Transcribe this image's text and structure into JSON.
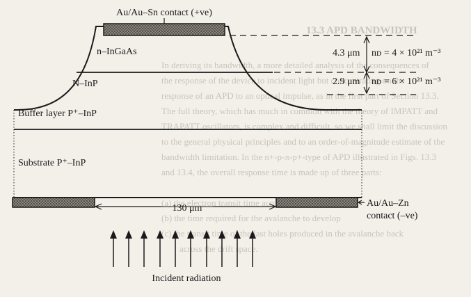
{
  "background_page": {
    "heading": "13.3 APD BANDWIDTH",
    "lines": [
      "In deriving its bandwidth, a more detailed analysis of the consequences of",
      "the response of the device to incident light but concentrating on the",
      "response of an APD to an optical impulse, as in the first part of Section 13.3.",
      "The full theory, which has much in common with the theory of IMPATT and",
      "TRAPATT oscillators, is complex and difficult, so we shall limit the discussion",
      "to the general physical principles and to an order-of-magnitude estimate of the",
      "bandwidth limitation. In the n+-p-π-p+-type of APD illustrated in Figs. 13.3",
      "and 13.4, the overall response time is made up of three parts:",
      "(a)  the electron transit time across the drift region",
      "(b)  the time required for the avalanche to develop",
      "(c)  the transit time of the last holes produced in the avalanche back",
      "across the drift space."
    ]
  },
  "diagram": {
    "top_contact_label": "Au/Au–Sn contact (+ve)",
    "layer_ingaas": "n–InGaAs",
    "layer_inp": "N–InP",
    "layer_buffer": "Buffer layer P⁺–InP",
    "layer_substrate": "Substrate P⁺–InP",
    "dim_ingaas": "4.3 μm",
    "dim_inp": "2.9 μm",
    "doping_ingaas": "nᴅ =  4 × 10²¹ m⁻³",
    "doping_inp": "nᴅ =  6 × 10²¹ m⁻³",
    "window_width": "130 μm",
    "bottom_contact_label_1": "Au/Au–Zn",
    "bottom_contact_label_2": "contact (–ve)",
    "radiation_label": "Incident radiation"
  },
  "colors": {
    "ink": "#1a1a1a",
    "paper": "#f3f0ea",
    "contact_fill": "#6e6a64"
  }
}
